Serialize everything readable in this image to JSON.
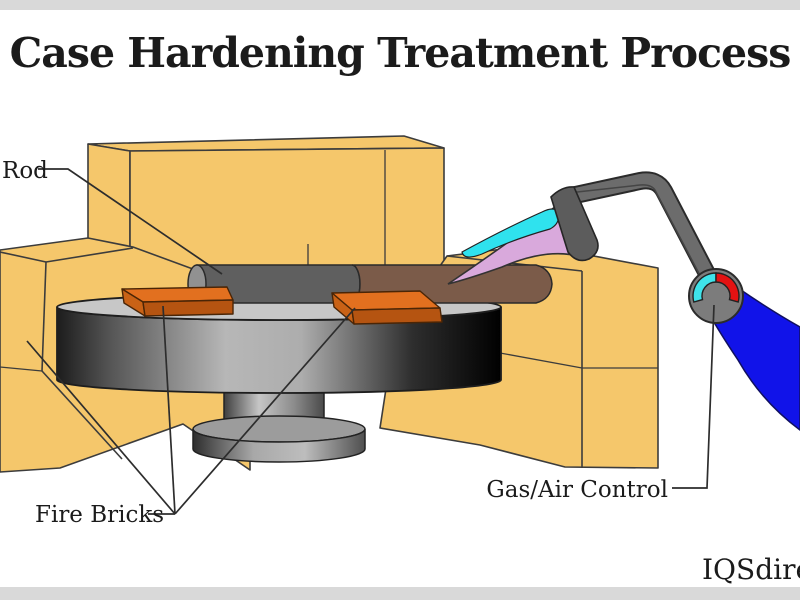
{
  "title": "Case Hardening Treatment Process",
  "watermark": "IQSdirectory",
  "labels": {
    "rod": "Rod",
    "fire_bricks": "Fire Bricks",
    "gas_air_control": "Gas/Air Control"
  },
  "colors": {
    "frame_strip": "#d9d9d9",
    "brick_yellow": "#F5C76B",
    "brick_orange_top": "#E2701F",
    "brick_orange_front": "#B55411",
    "brick_orange_side": "#C96216",
    "rod_gray": "#5F5F5F",
    "rod_cap": "#919191",
    "rod_heated": "#7B5B49",
    "flame_outer_pink": "#D9A9DC",
    "flame_inner_cyan": "#2FE2EE",
    "torch_nozzle": "#5C5C5C",
    "torch_tube": "#6C6C6C",
    "knob_gray": "#7C7C7C",
    "gauge_cyan": "#3FE3EA",
    "gauge_red": "#E31212",
    "hose_blue": "#1113E9",
    "disc_top": "#C7C7C7",
    "base_top": "#9C9C9C"
  }
}
